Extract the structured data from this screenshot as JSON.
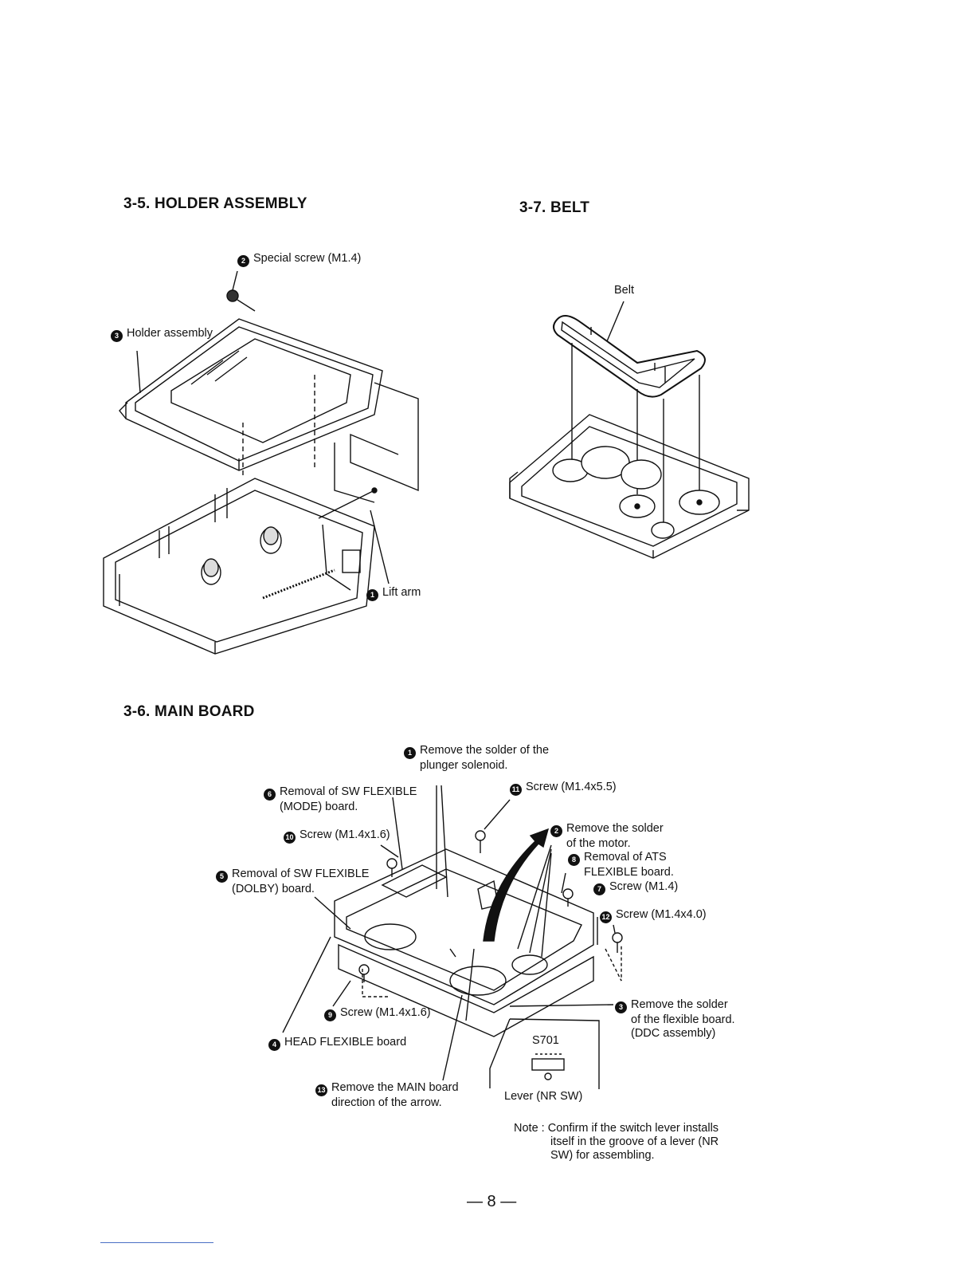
{
  "sections": {
    "holder": {
      "title": "3-5. HOLDER ASSEMBLY"
    },
    "belt": {
      "title": "3-7. BELT"
    },
    "main_board": {
      "title": "3-6. MAIN BOARD"
    }
  },
  "holder_callouts": [
    {
      "num": "2",
      "text": "Special screw (M1.4)"
    },
    {
      "num": "3",
      "text": "Holder assembly"
    },
    {
      "num": "1",
      "text": "Lift arm"
    }
  ],
  "belt_callouts": [
    {
      "text": "Belt"
    }
  ],
  "main_callouts": [
    {
      "num": "1",
      "lines": [
        "Remove the solder of the",
        "plunger solenoid."
      ]
    },
    {
      "num": "6",
      "lines": [
        "Removal of SW FLEXIBLE",
        "(MODE) board."
      ]
    },
    {
      "num": "11",
      "lines": [
        "Screw (M1.4x5.5)"
      ]
    },
    {
      "num": "10",
      "lines": [
        "Screw (M1.4x1.6)"
      ]
    },
    {
      "num": "2",
      "lines": [
        "Remove the solder",
        "of the motor."
      ]
    },
    {
      "num": "8",
      "lines": [
        "Removal of ATS",
        "FLEXIBLE board."
      ]
    },
    {
      "num": "5",
      "lines": [
        "Removal of SW FLEXIBLE",
        "(DOLBY) board."
      ]
    },
    {
      "num": "7",
      "lines": [
        "Screw (M1.4)"
      ]
    },
    {
      "num": "12",
      "lines": [
        "Screw (M1.4x4.0)"
      ]
    },
    {
      "num": "9",
      "lines": [
        "Screw (M1.4x1.6)"
      ]
    },
    {
      "num": "3",
      "lines": [
        "Remove the solder",
        "of the flexible board.",
        "(DDC assembly)"
      ]
    },
    {
      "num": "4",
      "lines": [
        "HEAD FLEXIBLE board"
      ]
    },
    {
      "num": "13",
      "lines": [
        "Remove the MAIN board",
        "direction of the arrow."
      ]
    },
    {
      "num": "",
      "lines": [
        "S701"
      ]
    },
    {
      "num": "",
      "lines": [
        "Lever (NR SW)"
      ]
    }
  ],
  "note": {
    "label": "Note :",
    "lines": [
      "Confirm if the switch lever installs",
      "itself in the groove of a lever (NR",
      "SW) for assembling."
    ]
  },
  "page_number": "— 8 —"
}
